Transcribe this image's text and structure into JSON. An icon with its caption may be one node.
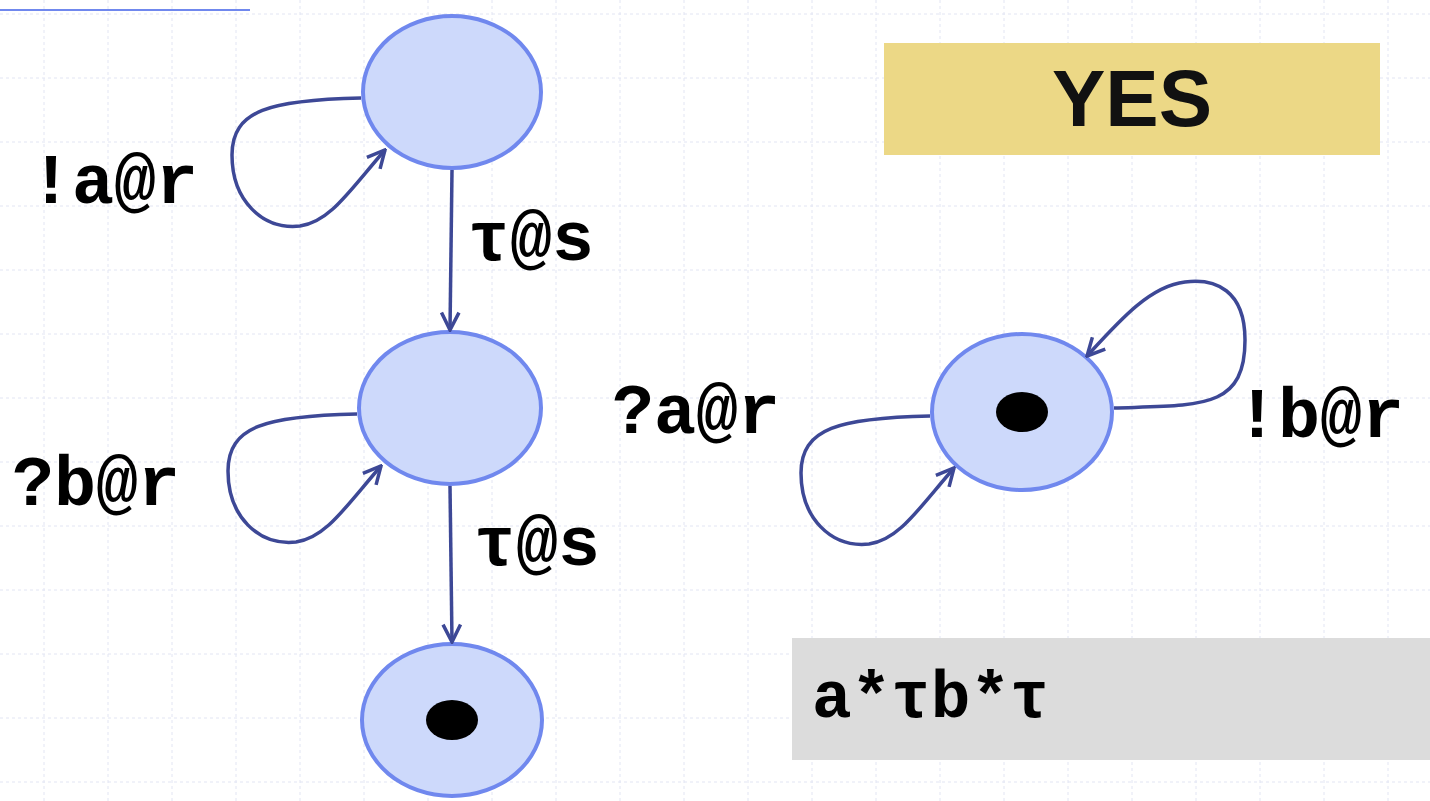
{
  "diagram": {
    "nodes": [
      {
        "text": [],
        "shape": "circle"
      },
      {
        "text": [],
        "shape": "circle"
      },
      {
        "text": [],
        "shape": "circle"
      },
      {
        "text": [],
        "shape": "circle"
      },
      {
        "text": [
          "YES"
        ]
      },
      {
        "text": [
          "a*τb*τ"
        ]
      }
    ],
    "edges": [
      {
        "from": 0,
        "to": 0,
        "arrow": "to",
        "label": "!a@r"
      },
      {
        "from": 0,
        "to": 1,
        "arrow": "to",
        "label": "τ@s"
      },
      {
        "from": 1,
        "to": 1,
        "arrow": "to",
        "label": "?b@r"
      },
      {
        "from": 1,
        "to": 2,
        "arrow": "to",
        "label": "τ@s"
      },
      {
        "from": 3,
        "to": 3,
        "arrow": "to",
        "label": "?a@r"
      },
      {
        "from": 3,
        "to": 3,
        "arrow": "to",
        "label": "!b@r"
      }
    ]
  }
}
